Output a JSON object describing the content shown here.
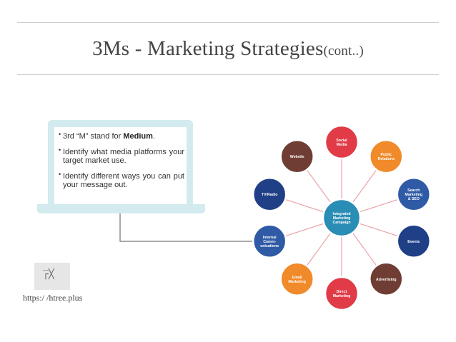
{
  "slide": {
    "title_main": "3Ms - Marketing Strategies",
    "title_sub": "(cont..)"
  },
  "bullets": [
    {
      "prefix": "3rd “M” stand for ",
      "bold": "Medium",
      "suffix": "."
    },
    {
      "prefix": "Identify what media platforms your target market use.",
      "bold": "",
      "suffix": ""
    },
    {
      "prefix": "Identify different ways you can put your message out.",
      "bold": "",
      "suffix": ""
    }
  ],
  "diagram": {
    "center": {
      "lines": [
        "Integrated",
        "Marketing",
        "Campaign"
      ],
      "color": "#2a8db5"
    },
    "nodes": [
      {
        "id": "social-media",
        "lines": [
          "Social",
          "Media"
        ],
        "color": "#e03b47"
      },
      {
        "id": "public-relations",
        "lines": [
          "Public",
          "Relations"
        ],
        "color": "#f08a2a"
      },
      {
        "id": "search-marketing",
        "lines": [
          "Search",
          "Marketing",
          "& SEO"
        ],
        "color": "#2f5aa6"
      },
      {
        "id": "events",
        "lines": [
          "Events"
        ],
        "color": "#1f3f86"
      },
      {
        "id": "advertising",
        "lines": [
          "Advertising"
        ],
        "color": "#6f3d33"
      },
      {
        "id": "direct-marketing",
        "lines": [
          "Direct",
          "Marketing"
        ],
        "color": "#e03b47"
      },
      {
        "id": "email-marketing",
        "lines": [
          "Email",
          "Marketing"
        ],
        "color": "#f08a2a"
      },
      {
        "id": "internal-communications",
        "lines": [
          "Internal",
          "Comm-",
          "unications"
        ],
        "color": "#2f5aa6"
      },
      {
        "id": "tv-radio",
        "lines": [
          "TV/Radio"
        ],
        "color": "#1f3f86"
      },
      {
        "id": "website",
        "lines": [
          "Website"
        ],
        "color": "#6f3d33"
      }
    ]
  },
  "qr": {
    "glyph": "̅┌╳"
  },
  "footer": {
    "url": "https:/ /htree.plus"
  }
}
